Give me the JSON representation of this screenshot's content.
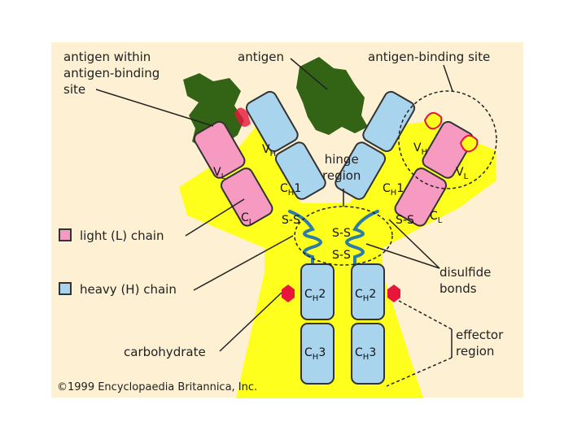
{
  "labels": {
    "antigen_within": "antigen within\nantigen-binding\nsite",
    "antigen": "antigen",
    "antigen_binding_site": "antigen-binding site",
    "hinge_region": "hinge\nregion",
    "light_chain": "light (L) chain",
    "heavy_chain": "heavy (H) chain",
    "disulfide_bonds": "disulfide\nbonds",
    "carbohydrate": "carbohydrate",
    "effector_region": "effector\nregion",
    "credit": "©1999 Encyclopaedia Britannica, Inc."
  },
  "domains": {
    "vh": {
      "main": "V",
      "sub": "H"
    },
    "vl": {
      "main": "V",
      "sub": "L"
    },
    "ch1": {
      "main": "C",
      "sub": "H",
      "tail": "1"
    },
    "cl": {
      "main": "C",
      "sub": "L"
    },
    "ch2": {
      "main": "C",
      "sub": "H",
      "tail": "2"
    },
    "ch3": {
      "main": "C",
      "sub": "H",
      "tail": "3"
    },
    "ss": "S-S"
  },
  "colors": {
    "background": "#fdf0d3",
    "antibody_yellow": "#ffff1e",
    "heavy_blue": "#a9d4ee",
    "light_pink": "#f79ac2",
    "antigen_green": "#336315",
    "carbohydrate_red": "#e8143c",
    "ss_orange": "#c86a1e"
  }
}
